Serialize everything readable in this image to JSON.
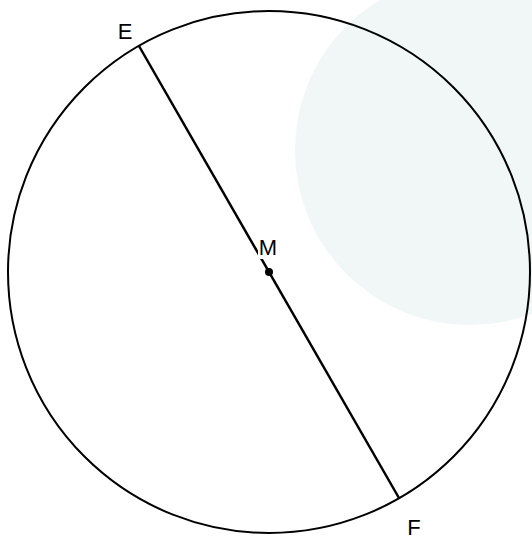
{
  "diagram": {
    "labels": [
      "E",
      "M",
      "F"
    ]
  }
}
